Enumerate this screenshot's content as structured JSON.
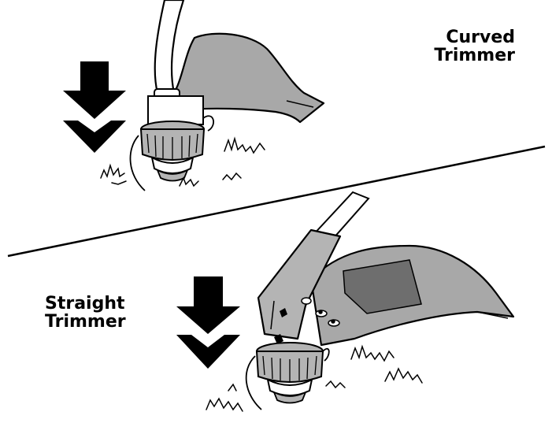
{
  "labels": {
    "curved": {
      "line1": "Curved",
      "line2": "Trimmer"
    },
    "straight": {
      "line1": "Straight",
      "line2": "Trimmer"
    }
  },
  "icons": [
    "down-arrow-icon",
    "grass-icon",
    "trimmer-head-icon",
    "guard-icon"
  ],
  "colors": {
    "ink": "#000000",
    "guard_fill": "#a8a8a8",
    "head_fill": "#b4b4b4",
    "window_fill": "#6e6e6e",
    "background": "#ffffff"
  }
}
